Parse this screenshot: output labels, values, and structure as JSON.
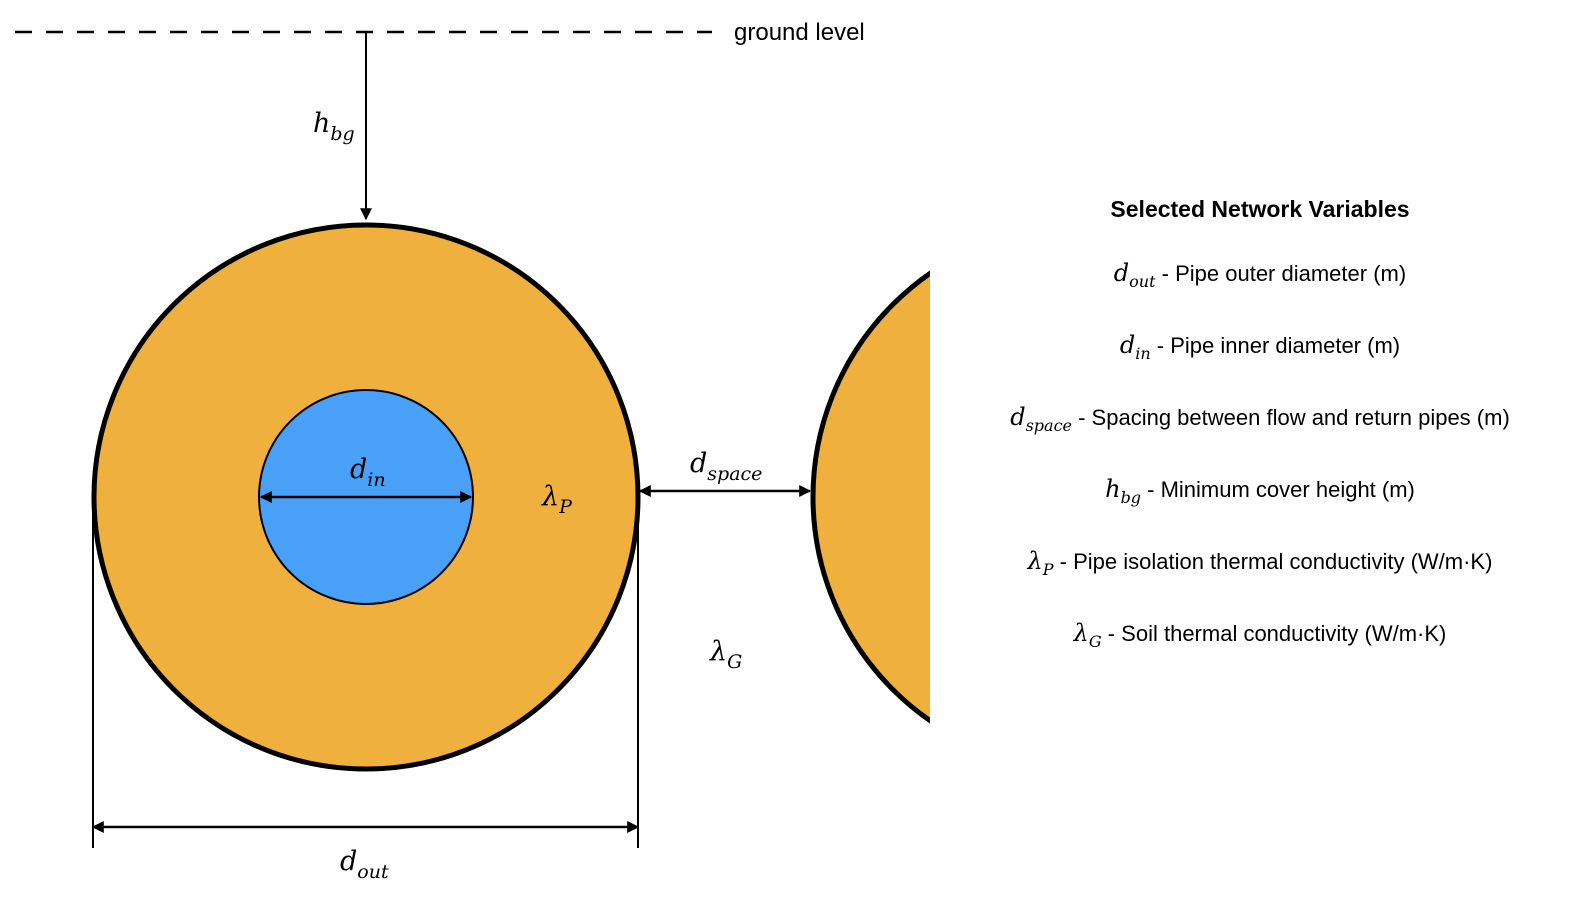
{
  "colors": {
    "insulation": "#F0B03E",
    "pipe_core": "#49A0F7",
    "stroke": "#000000"
  },
  "ground_label": "ground level",
  "labels": {
    "h_bg": {
      "main": "h",
      "sub": "bg"
    },
    "d_in": {
      "main": "d",
      "sub": "in"
    },
    "lambda_p": {
      "main": "λ",
      "sub": "P"
    },
    "d_space": {
      "main": "d",
      "sub": "space"
    },
    "lambda_g": {
      "main": "λ",
      "sub": "G"
    },
    "d_out": {
      "main": "d",
      "sub": "out"
    }
  },
  "legend": {
    "title": "Selected Network Variables",
    "items": [
      {
        "symbol": "d",
        "sub": "out",
        "text": " - Pipe outer diameter (m)"
      },
      {
        "symbol": "d",
        "sub": "in",
        "text": " - Pipe inner diameter (m)"
      },
      {
        "symbol": "d",
        "sub": "space",
        "text": " -  Spacing between flow and return pipes (m)"
      },
      {
        "symbol": "h",
        "sub": "bg",
        "text": " -  Minimum cover height (m)"
      },
      {
        "symbol": "λ",
        "sub": "P",
        "text": " - Pipe isolation thermal conductivity (W/m·K)"
      },
      {
        "symbol": "λ",
        "sub": "G",
        "text": " - Soil thermal conductivity (W/m·K)"
      }
    ]
  }
}
